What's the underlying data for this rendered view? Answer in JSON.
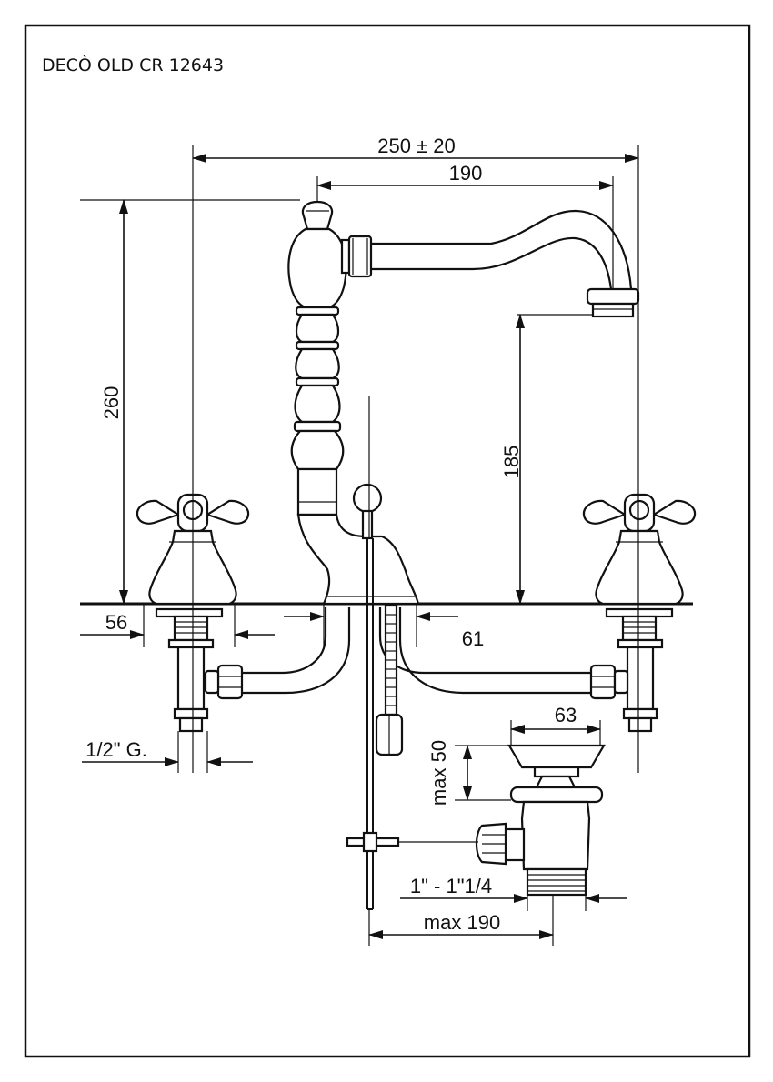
{
  "title": "DECÒ OLD CR 12643",
  "dimensions": {
    "overall_width": "250 ± 20",
    "spout_reach": "190",
    "total_height": "260",
    "spout_height": "185",
    "handle_hole": "56",
    "spout_hole": "61",
    "connection": "1/2\" G.",
    "waste_top_width": "63",
    "waste_height": "max 50",
    "waste_thread": "1\" - 1\"1/4",
    "rod_length": "max 190"
  }
}
